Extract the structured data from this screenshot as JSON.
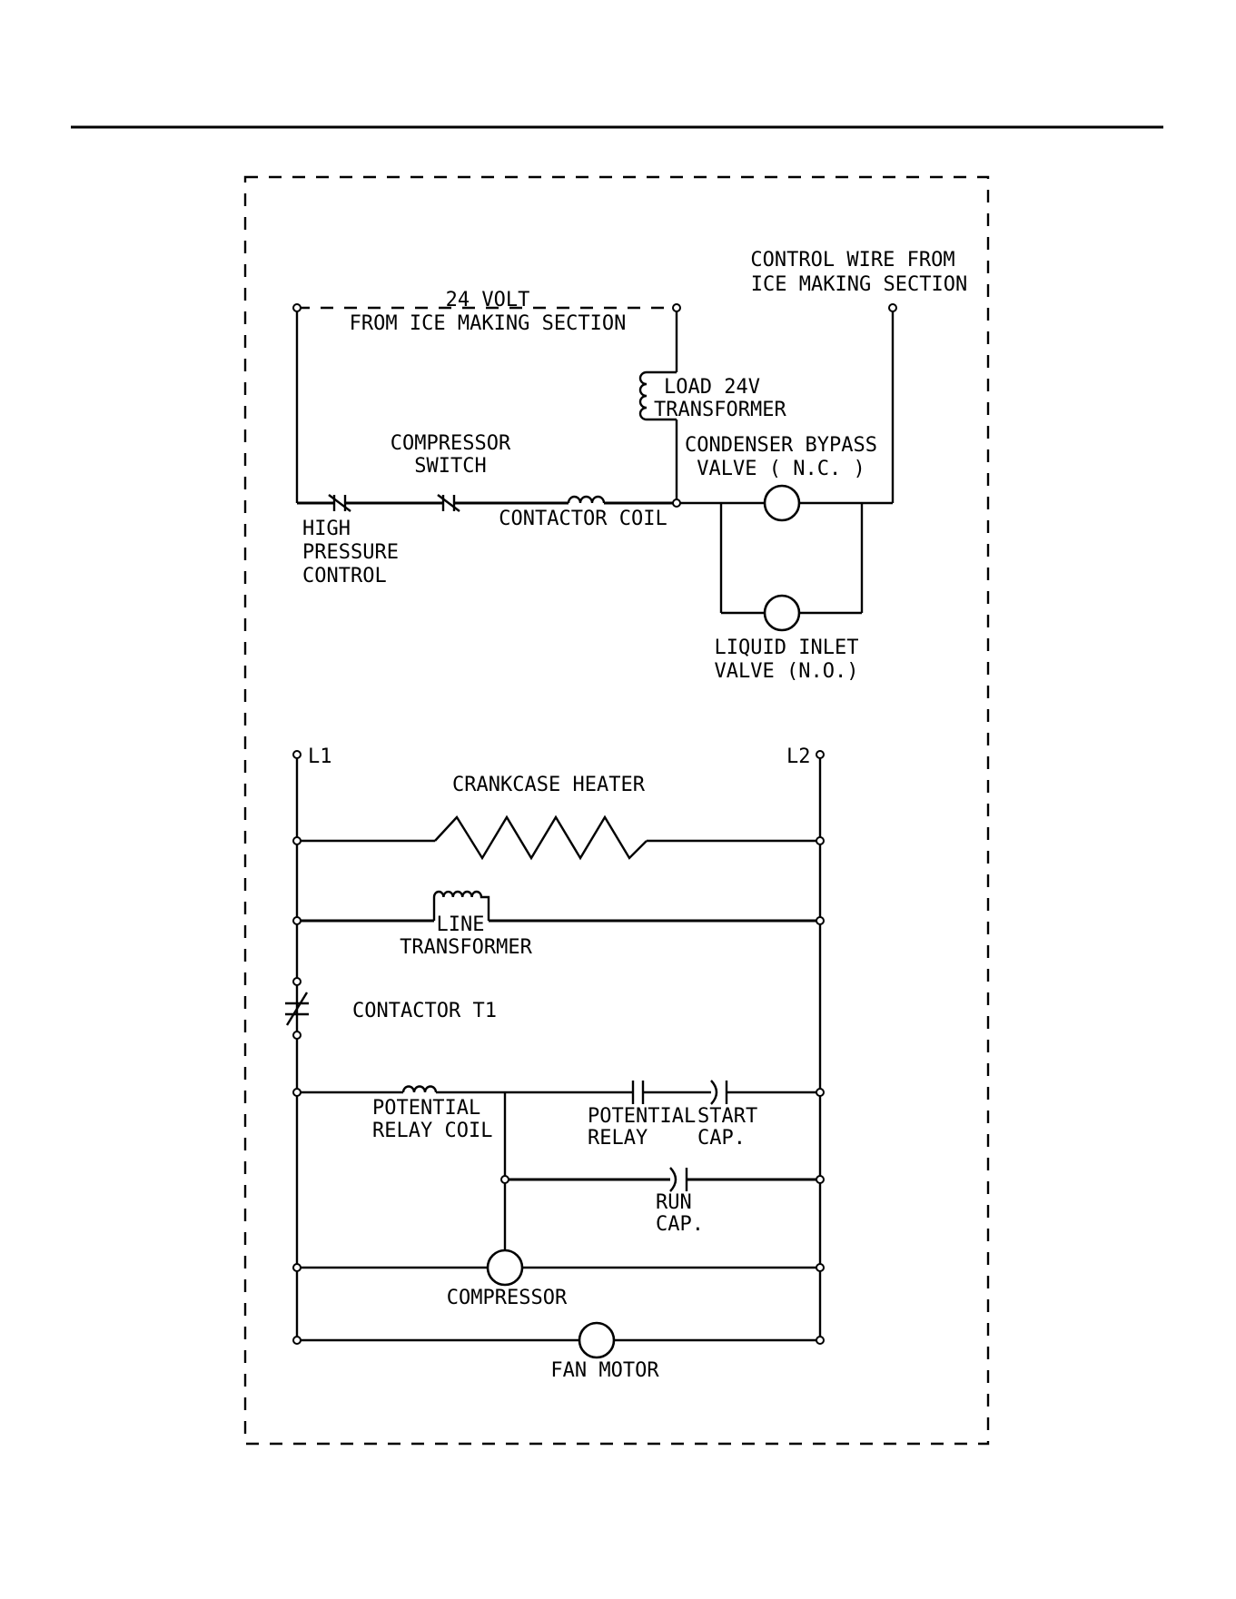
{
  "labels": {
    "volt_24_line1": "24 VOLT",
    "volt_24_line2": "FROM ICE MAKING SECTION",
    "control_wire_line1": "CONTROL WIRE FROM",
    "control_wire_line2": "ICE MAKING SECTION",
    "load_transformer_line1": "LOAD 24V",
    "load_transformer_line2": "TRANSFORMER",
    "compressor_switch_line1": "COMPRESSOR",
    "compressor_switch_line2": "SWITCH",
    "condenser_bypass_line1": "CONDENSER BYPASS",
    "condenser_bypass_line2": "VALVE ( N.C. )",
    "contactor_coil": "CONTACTOR COIL",
    "high_pressure_line1": "HIGH",
    "high_pressure_line2": "PRESSURE",
    "high_pressure_line3": "CONTROL",
    "liquid_inlet_line1": "LIQUID INLET",
    "liquid_inlet_line2": "VALVE (N.O.)",
    "l1": "L1",
    "l2": "L2",
    "crankcase_heater": "CRANKCASE HEATER",
    "line_transformer_line1": "LINE",
    "line_transformer_line2": "TRANSFORMER",
    "contactor_t1": "CONTACTOR T1",
    "potential_relay_coil_line1": "POTENTIAL",
    "potential_relay_coil_line2": "RELAY COIL",
    "potential_relay_line1": "POTENTIAL",
    "potential_relay_line2": "RELAY",
    "start_cap_line1": "START",
    "start_cap_line2": "CAP.",
    "run_cap_line1": "RUN",
    "run_cap_line2": "CAP.",
    "compressor": "COMPRESSOR",
    "fan_motor": "FAN MOTOR"
  }
}
